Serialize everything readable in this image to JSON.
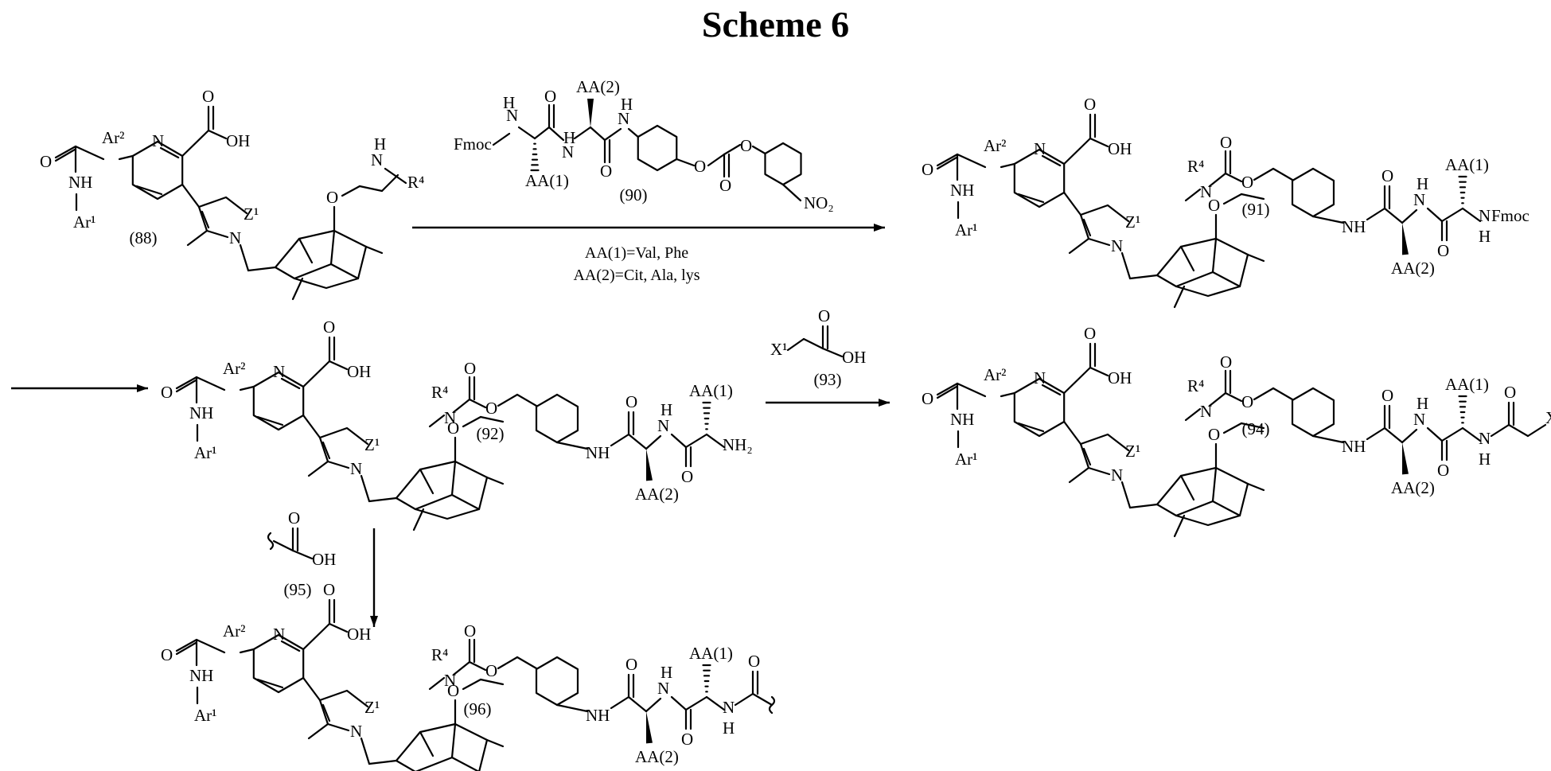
{
  "title": "Scheme 6",
  "compounds": [
    {
      "id": "88",
      "label": "(88)"
    },
    {
      "id": "90",
      "label": "(90)"
    },
    {
      "id": "91",
      "label": "(91)"
    },
    {
      "id": "92",
      "label": "(92)"
    },
    {
      "id": "93",
      "label": "(93)"
    },
    {
      "id": "94",
      "label": "(94)"
    },
    {
      "id": "95",
      "label": "(95)"
    },
    {
      "id": "96",
      "label": "(96)"
    }
  ],
  "conditions": {
    "aa1": "AA(1)=Val, Phe",
    "aa2": "AA(2)=Cit, Ala, lys"
  },
  "atoms": {
    "O": "O",
    "OH": "OH",
    "NH": "NH",
    "N": "N",
    "H": "H",
    "Ar2": "Ar²",
    "Ar1": "Ar¹",
    "Z1": "Z¹",
    "R4": "R⁴",
    "X1": "X¹",
    "Fmoc": "Fmoc",
    "AA1": "AA(1)",
    "AA2": "AA(2)",
    "NH2": "NH₂",
    "NO2": "NO₂"
  }
}
